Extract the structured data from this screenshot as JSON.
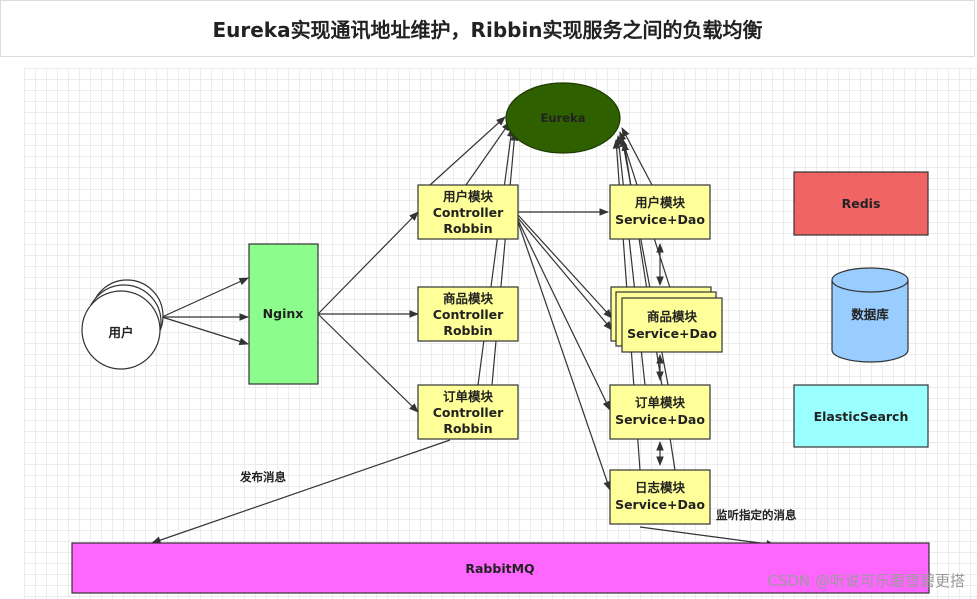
{
  "header": {
    "title": "Eureka实现通讯地址维护，Ribbin实现服务之间的负载均衡"
  },
  "nodes": {
    "eureka": "Eureka",
    "user": "用户",
    "nginx": "Nginx",
    "user_ctrl": [
      "用户模块",
      "Controller",
      "Robbin"
    ],
    "goods_ctrl": [
      "商品模块",
      "Controller",
      "Robbin"
    ],
    "order_ctrl": [
      "订单模块",
      "Controller",
      "Robbin"
    ],
    "user_svc": [
      "用户模块",
      "Service+Dao"
    ],
    "goods_svc": [
      "商品模块",
      "Service+Dao"
    ],
    "order_svc": [
      "订单模块",
      "Service+Dao"
    ],
    "log_svc": [
      "日志模块",
      "Service+Dao"
    ],
    "redis": "Redis",
    "db": "数据库",
    "es": "ElasticSearch",
    "mq": "RabbitMQ"
  },
  "annotations": {
    "publish": "发布消息",
    "listen": "监听指定的消息"
  },
  "watermark": "CSDN @听说可乐跟雪碧更搭",
  "colors": {
    "eureka": "#2e6000",
    "nginx": "#8cfc8c",
    "module": "#ffff99",
    "redis": "#f06464",
    "db": "#99ccff",
    "es": "#99ffff",
    "mq": "#ff66ff"
  }
}
